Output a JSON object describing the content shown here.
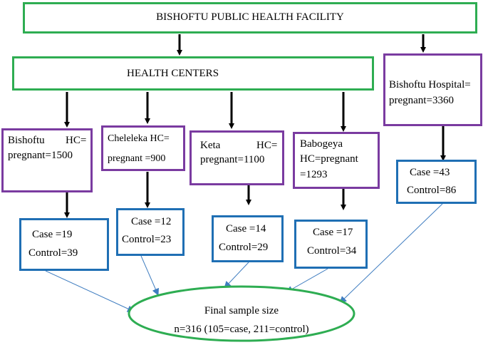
{
  "top": {
    "title": "BISHOFTU PUBLIC HEALTH FACILITY"
  },
  "health_centers": {
    "title": "HEALTH CENTERS"
  },
  "hospital": {
    "line1": "Bishoftu Hospital=",
    "line2": "pregnant=3360",
    "case": "Case =43",
    "control": "Control=86"
  },
  "centers": [
    {
      "name_a": "Bishoftu",
      "name_b": "HC=",
      "line2": "pregnant=1500",
      "case": "Case =19",
      "control": "Control=39"
    },
    {
      "name_a": "Cheleleka HC=",
      "line2": "pregnant =900",
      "case": "Case =12",
      "control": "Control=23"
    },
    {
      "name_a": "Keta",
      "name_b": "HC=",
      "line2": "pregnant=1100",
      "case": "Case =14",
      "control": "Control=29"
    },
    {
      "name_a": "Babogeya",
      "line2": "HC=pregnant",
      "line3": "=1293",
      "case": "Case =17",
      "control": "Control=34"
    }
  ],
  "final": {
    "title": "Final sample size",
    "detail": "n=316 (105=case, 211=control)"
  },
  "colors": {
    "green": "#2ead52",
    "purple": "#7a3ba0",
    "blue": "#1f6fb4",
    "arrow_thin": "#3f7dc0",
    "arrow_thick": "#000000"
  }
}
